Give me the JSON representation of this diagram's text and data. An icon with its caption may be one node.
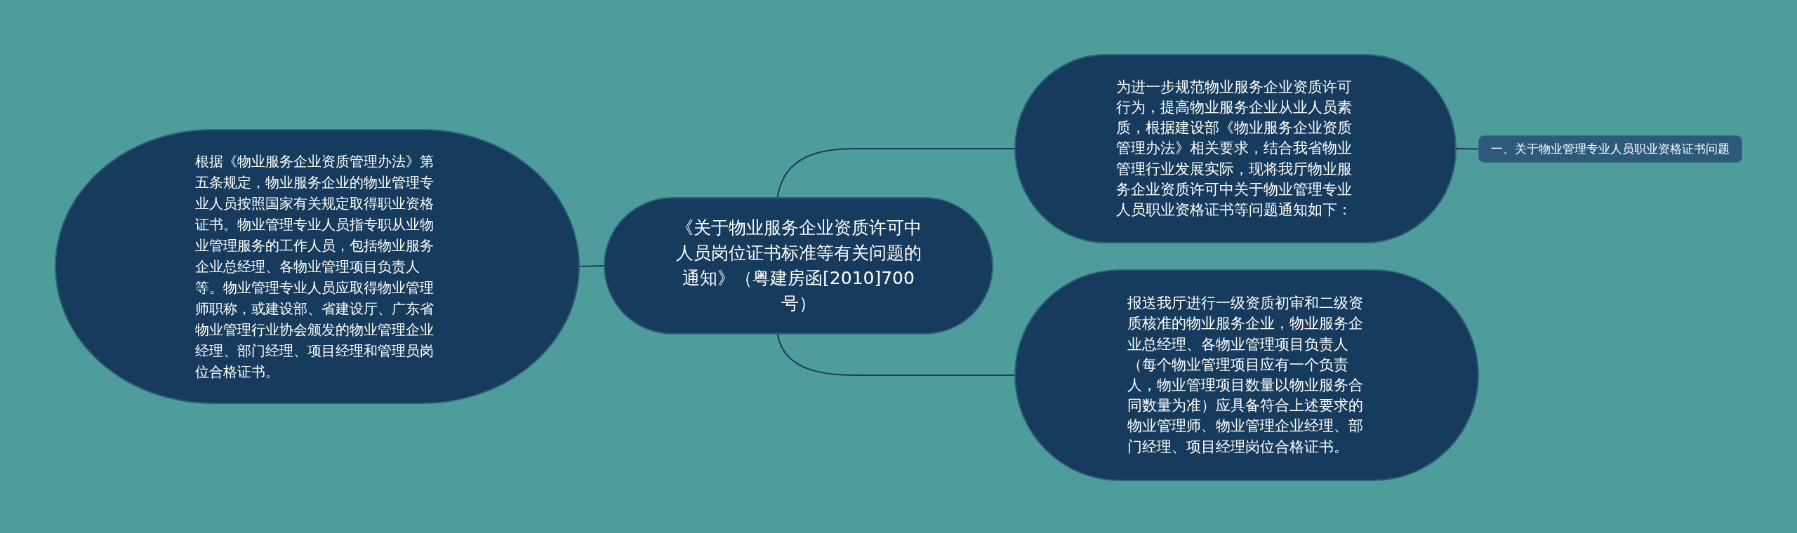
{
  "diagram": {
    "nodes": [
      {
        "text": [
          "《关于物业服务企业资质许可中人员岗位证书标准等有关问题的通知》（粤建房函[2010]700号）"
        ]
      },
      {
        "text": [
          "根据《物业服务企业资质管理办法》第五条规定，物业服务企业的物业管理专业人员按照国家有关规定取得职业资格证书。物业管理专业人员指专职从业物业管理服务的工作人员，包括物业服务企业总经理、各物业管理项目负责人等。物业管理专业人员应取得物业管理师职称，或建设部、省建设厅、广东省物业管理行业协会颁发的物业管理企业经理、部门经理、项目经理和管理员岗位合格证书。"
        ]
      },
      {
        "text": [
          "为进一步规范物业服务企业资质许可行为，提高物业服务企业从业人员素质，根据建设部《物业服务企业资质管理办法》相关要求，结合我省物业管理行业发展实际，现将我厅物业服务企业资质许可中关于物业管理专业人员职业资格证书等问题通知如下："
        ]
      },
      {
        "text": [
          "一、关于物业管理专业人员职业资格证书问题"
        ]
      },
      {
        "text": [
          "报送我厅进行一级资质初审和二级资质核准的物业服务企业，物业服务企业总经理、各物业管理项目负责人（每个物业管理项目应有一个负责人，物业管理项目数量以物业服务合同数量为准）应具备符合上述要求的物业管理师、物业管理企业经理、部门经理、项目经理岗位合格证书。"
        ]
      }
    ],
    "edges": [
      {
        "from": 0,
        "to": 1,
        "arrow": "none"
      },
      {
        "from": 0,
        "to": 2,
        "arrow": "none"
      },
      {
        "from": 2,
        "to": 3,
        "arrow": "none"
      },
      {
        "from": 0,
        "to": 4,
        "arrow": "none"
      }
    ]
  }
}
